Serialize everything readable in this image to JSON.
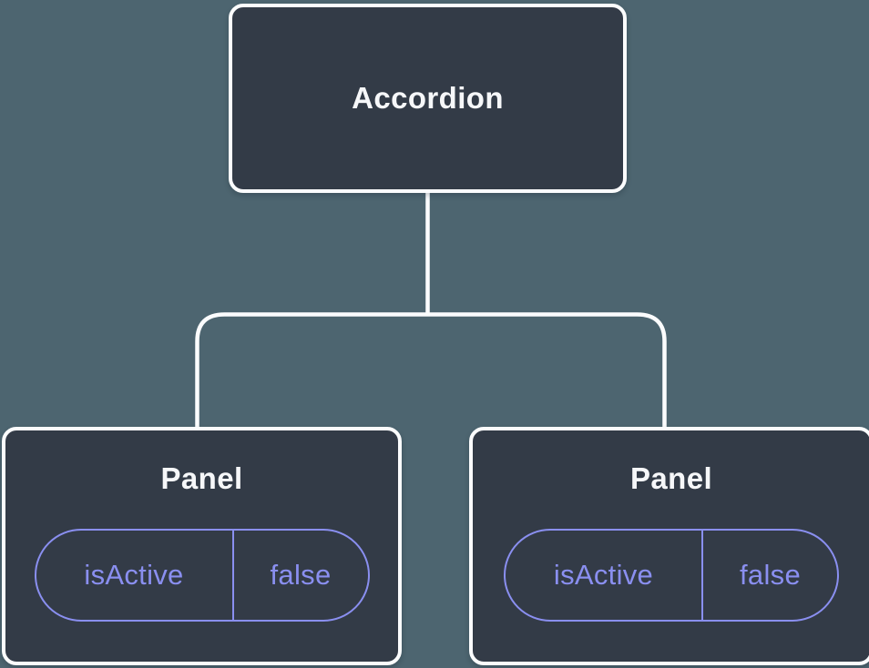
{
  "diagram": {
    "type": "component-tree",
    "root_node": {
      "label": "Accordion"
    },
    "child_nodes": [
      {
        "label": "Panel",
        "prop_name": "isActive",
        "prop_value": "false"
      },
      {
        "label": "Panel",
        "prop_name": "isActive",
        "prop_value": "false"
      }
    ],
    "colors": {
      "background": "#4d6570",
      "node_fill": "#333b47",
      "node_border": "#fbfcfd",
      "node_text": "#f6f7f9",
      "prop_accent": "#8a8ff0",
      "connector": "#fbfcfd"
    }
  }
}
